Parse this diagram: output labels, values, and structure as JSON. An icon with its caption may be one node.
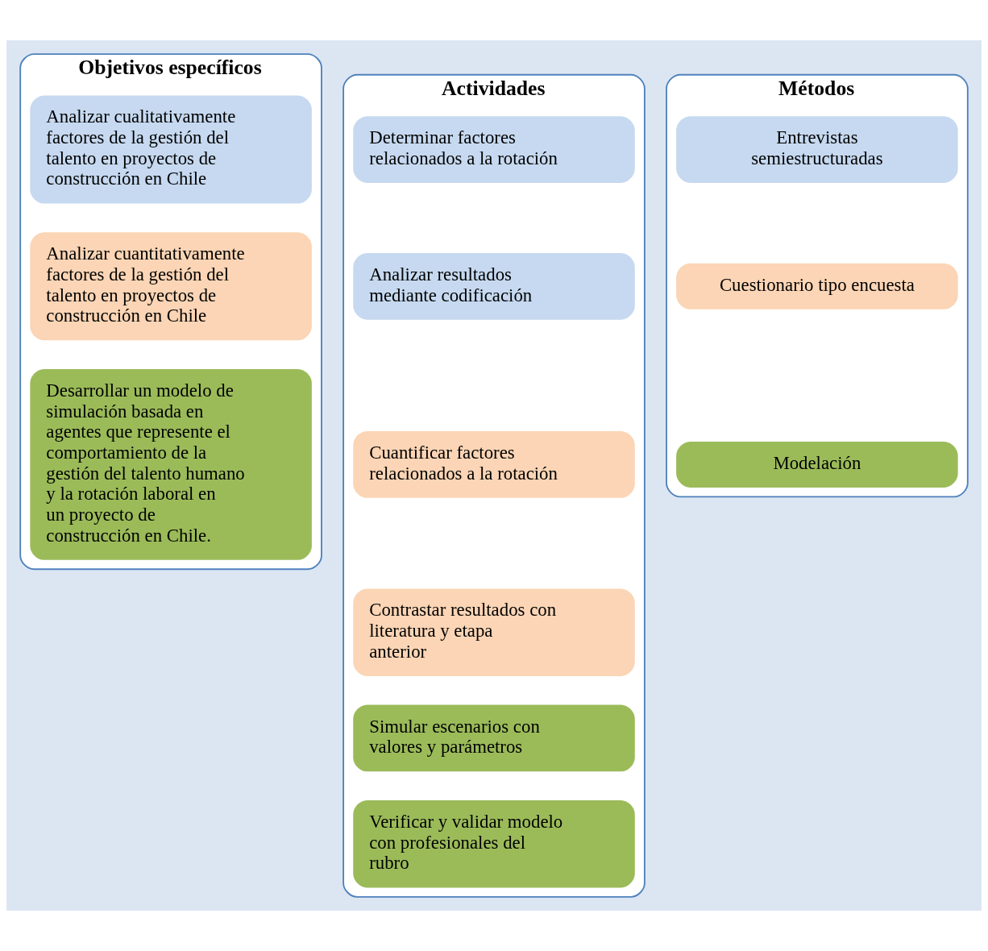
{
  "diagram": {
    "nodes": [
      {
        "text": [
          "Objetivos específicos"
        ]
      },
      {
        "text": [
          "Analizar cualitativamente factores de la gestión del talento en proyectos de construcción en Chile"
        ],
        "in": 0
      },
      {
        "text": [
          "Analizar cuantitativamente factores de la gestión del talento en proyectos de construcción en Chile"
        ],
        "in": 0
      },
      {
        "text": [
          "Desarrollar un modelo de simulación basada en agentes que represente el comportamiento de la gestión del talento humano y la rotación laboral en un proyecto de construcción en Chile."
        ],
        "in": 0
      },
      {
        "text": [
          "Actividades"
        ]
      },
      {
        "text": [
          "Determinar factores relacionados a la rotación"
        ],
        "in": 4
      },
      {
        "text": [
          "Analizar resultados mediante codificación"
        ],
        "in": 4
      },
      {
        "text": [
          "Cuantificar factores relacionados a la rotación"
        ],
        "in": 4
      },
      {
        "text": [
          "Contrastar resultados con literatura y etapa anterior"
        ],
        "in": 4
      },
      {
        "text": [
          "Simular escenarios con valores y parámetros"
        ],
        "in": 4
      },
      {
        "text": [
          "Verificar y validar modelo con profesionales del rubro"
        ],
        "in": 4
      },
      {
        "text": [
          "Métodos"
        ]
      },
      {
        "text": [
          "Entrevistas semiestructuradas"
        ],
        "in": 11
      },
      {
        "text": [
          "Cuestionario tipo encuesta"
        ],
        "in": 11
      },
      {
        "text": [
          "Modelación"
        ],
        "in": 11
      }
    ],
    "edges": []
  }
}
